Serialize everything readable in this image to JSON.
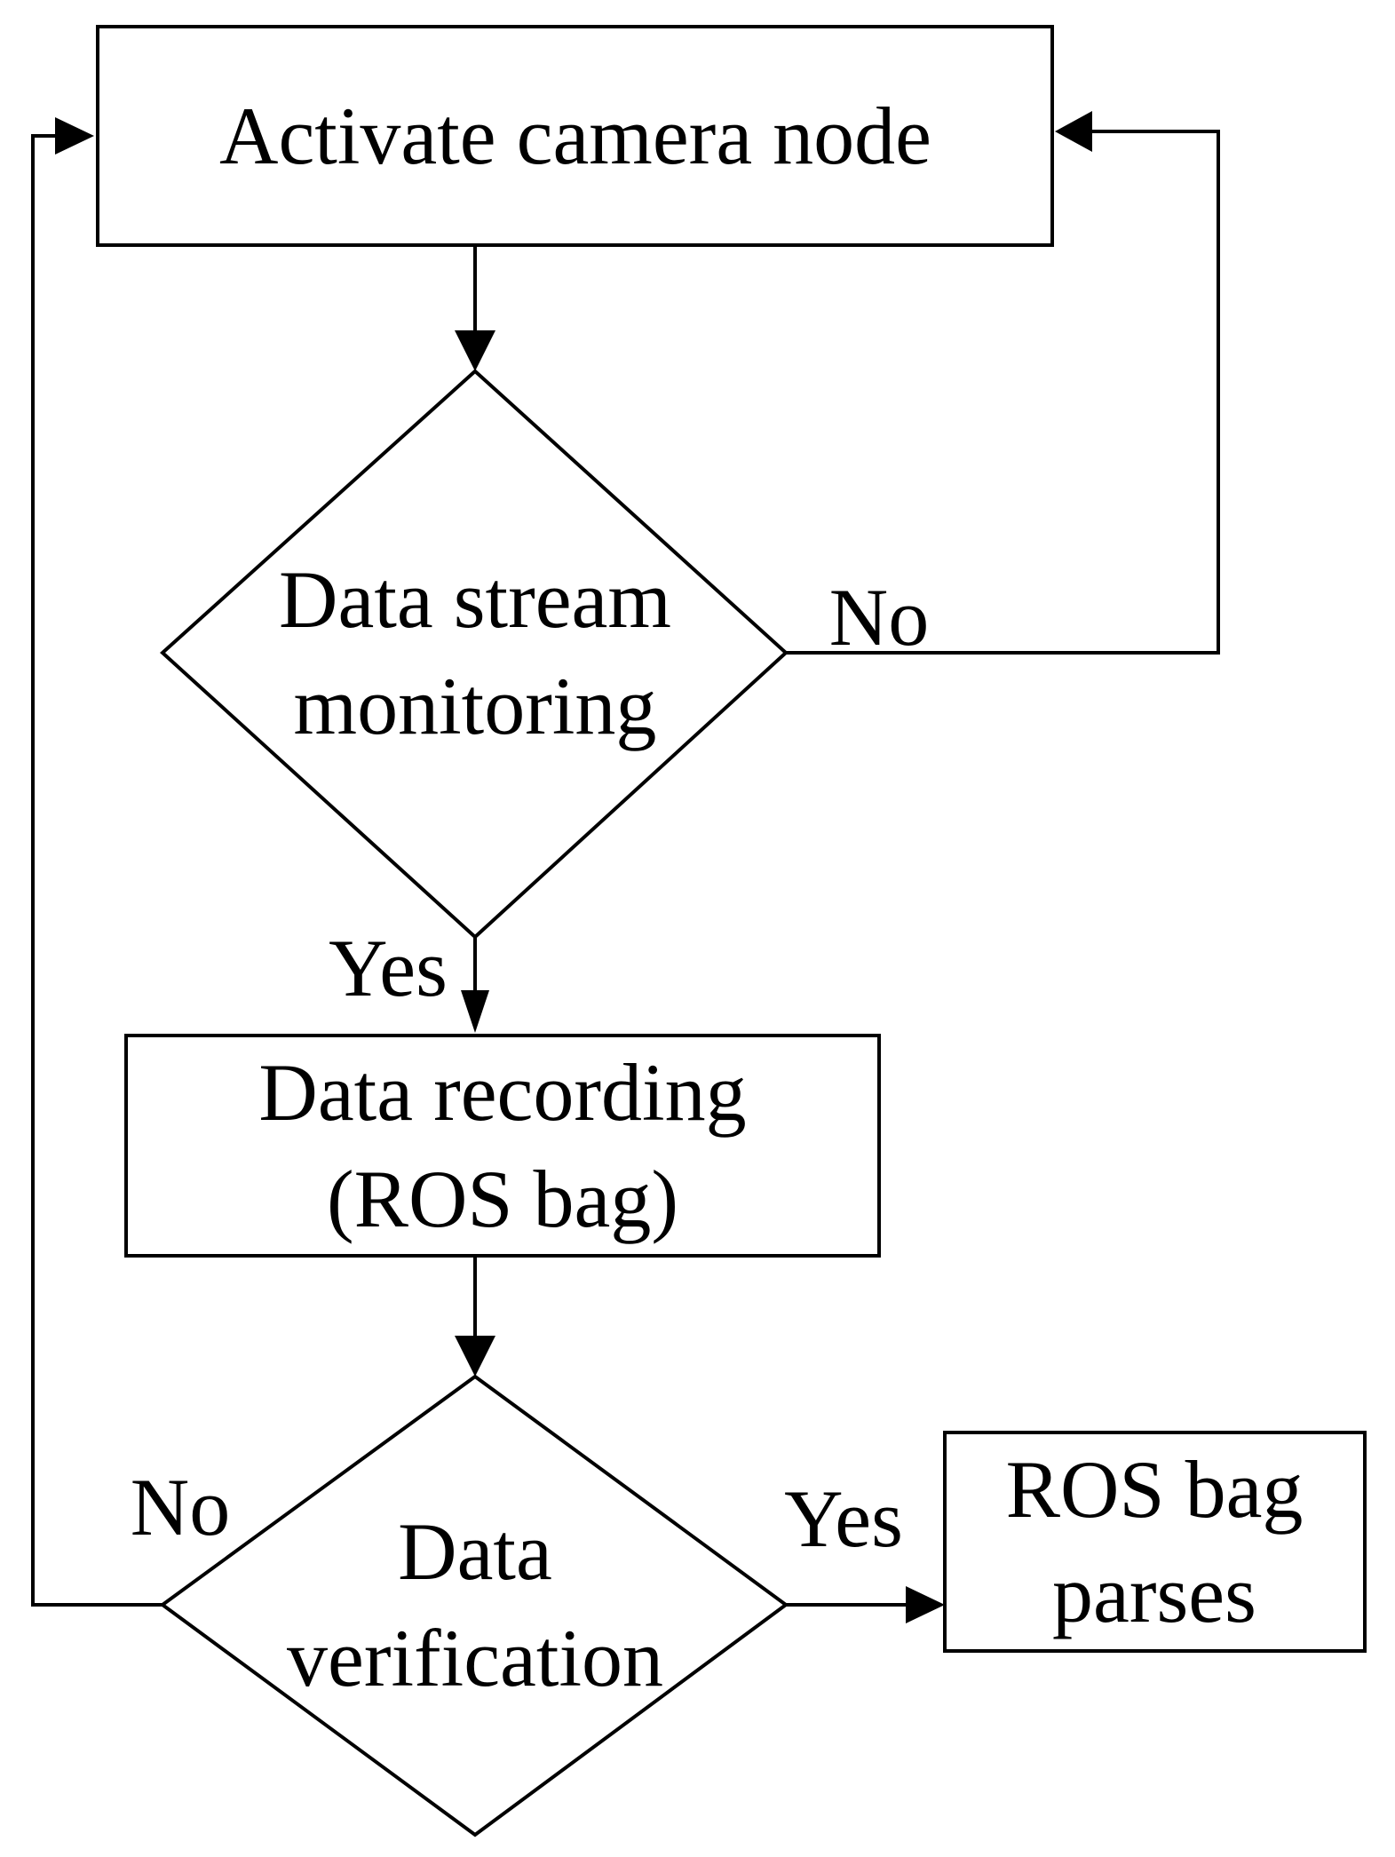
{
  "diagram": {
    "nodes": {
      "activate": {
        "shape": "rectangle",
        "lines": [
          "Activate camera node"
        ]
      },
      "monitor": {
        "shape": "decision",
        "lines": [
          "Data stream",
          "monitoring"
        ]
      },
      "record": {
        "shape": "rectangle",
        "lines": [
          "Data recording",
          "(ROS bag)"
        ]
      },
      "verify": {
        "shape": "decision",
        "lines": [
          "Data",
          "verification"
        ]
      },
      "parse": {
        "shape": "rectangle",
        "lines": [
          "ROS bag",
          "parses"
        ]
      }
    },
    "edges": {
      "activate_to_monitor": {
        "from": "activate",
        "to": "monitor",
        "label": ""
      },
      "monitor_no": {
        "from": "monitor",
        "to": "activate",
        "label": "No"
      },
      "monitor_yes": {
        "from": "monitor",
        "to": "record",
        "label": "Yes"
      },
      "record_to_verify": {
        "from": "record",
        "to": "verify",
        "label": ""
      },
      "verify_no": {
        "from": "verify",
        "to": "activate",
        "label": "No"
      },
      "verify_yes": {
        "from": "verify",
        "to": "parse",
        "label": "Yes"
      }
    },
    "colors": {
      "stroke": "#000000",
      "fill": "#ffffff",
      "text": "#000000"
    }
  }
}
